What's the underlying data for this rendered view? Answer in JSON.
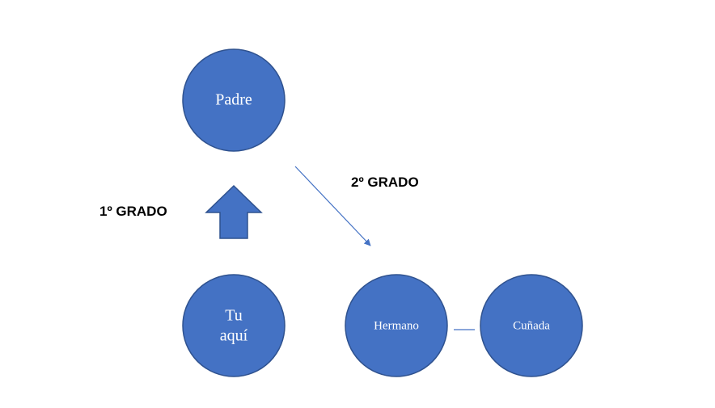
{
  "colors": {
    "node_fill": "#4472C4",
    "node_stroke": "#2F528F",
    "connector": "#4472C4",
    "text_dark": "#000000",
    "text_light": "#FFFFFF"
  },
  "nodes": {
    "padre": {
      "label": "Padre"
    },
    "tu": {
      "line1": "Tu",
      "line2": "aquí"
    },
    "hermano": {
      "label": "Hermano"
    },
    "cunada": {
      "label": "Cuñada"
    }
  },
  "labels": {
    "first_degree": "1º GRADO",
    "second_degree": "2º GRADO"
  },
  "icons": {
    "up_arrow": "up-arrow-icon"
  }
}
